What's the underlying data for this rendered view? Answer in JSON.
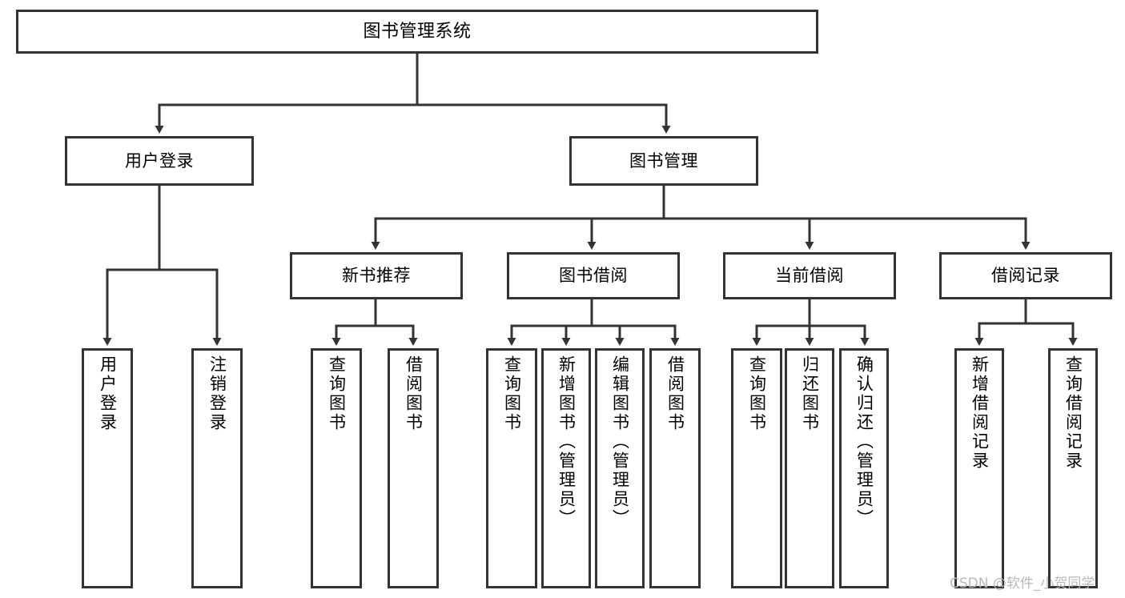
{
  "diagram": {
    "type": "tree-hierarchy",
    "title": "图书管理系统",
    "watermark": "CSDN @软件_小贺同学",
    "colors": {
      "box_border": "#333333",
      "box_fill": "#ffffff",
      "connector": "#333333",
      "text": "#000000",
      "watermark": "#b9b9b9",
      "background": "#ffffff"
    },
    "nodes": {
      "root": {
        "label": "图书管理系统"
      },
      "level2": [
        {
          "label": "用户登录"
        },
        {
          "label": "图书管理"
        }
      ],
      "level3": [
        {
          "label": "新书推荐"
        },
        {
          "label": "图书借阅"
        },
        {
          "label": "当前借阅"
        },
        {
          "label": "借阅记录"
        }
      ],
      "leaves_user_login": [
        {
          "label": "用户登录"
        },
        {
          "label": "注销登录"
        }
      ],
      "leaves_new_book": [
        {
          "label": "查询图书"
        },
        {
          "label": "借阅图书"
        }
      ],
      "leaves_borrow": [
        {
          "label": "查询图书"
        },
        {
          "label": "新增图书（管理员）"
        },
        {
          "label": "编辑图书（管理员）"
        },
        {
          "label": "借阅图书"
        }
      ],
      "leaves_current": [
        {
          "label": "查询图书"
        },
        {
          "label": "归还图书"
        },
        {
          "label": "确认归还（管理员）"
        }
      ],
      "leaves_records": [
        {
          "label": "新增借阅记录"
        },
        {
          "label": "查询借阅记录"
        }
      ]
    }
  }
}
